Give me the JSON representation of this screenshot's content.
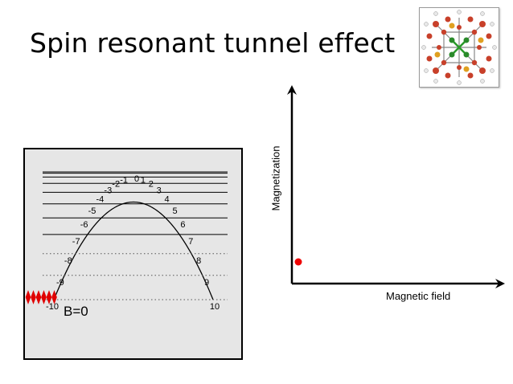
{
  "slide": {
    "title": "Spin resonant tunnel effect"
  },
  "diagram": {
    "left_levels": [
      "-10",
      "-9",
      "-8",
      "-7",
      "-6",
      "-5",
      "-4",
      "-3",
      "-2",
      "-1",
      "0"
    ],
    "right_levels": [
      "1",
      "2",
      "3",
      "4",
      "5",
      "6",
      "7",
      "8",
      "9",
      "10"
    ],
    "field_label": "B=0",
    "spin_count": 6,
    "spin_color": "#e00000"
  },
  "plot": {
    "ylabel": "Magnetization",
    "xlabel": "Magnetic field",
    "point_color": "#ee0000"
  },
  "molecule": {
    "alt": "molecular structure"
  }
}
